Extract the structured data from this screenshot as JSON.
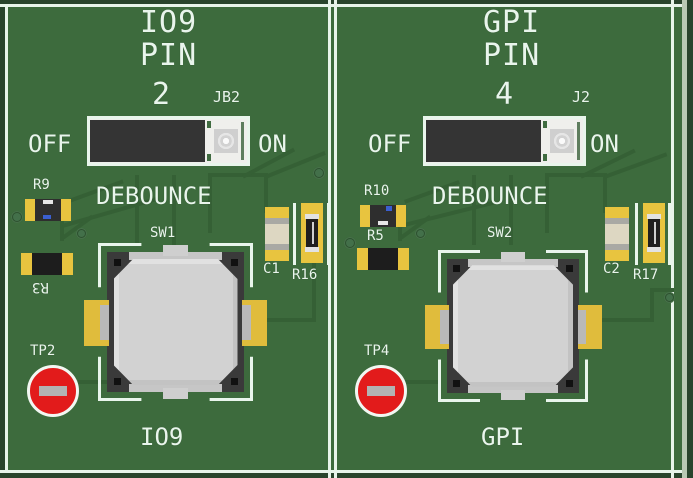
{
  "board": {
    "type": "pcb-render",
    "colors": {
      "soldermask_green": "#3d6b3d",
      "copper_trace": "#356035",
      "silkscreen_white": "#e9f5ec",
      "pad_gold": "#e8c43f",
      "testpoint_red": "#e21b1b",
      "component_black": "#1d1d1d",
      "switch_body": "#3a3a3a",
      "button_gray": "#d2d2d2",
      "board_edge_pale": "#b9c9b4"
    },
    "sections": 2
  },
  "left_section": {
    "title_line1": "IO9",
    "title_line2": "PIN",
    "title_line3": "2",
    "jumper": {
      "ref": "JB2",
      "label_off": "OFF",
      "label_on": "ON",
      "position": "OFF"
    },
    "function_label": "DEBOUNCE",
    "switch": {
      "ref": "SW1"
    },
    "components": [
      {
        "ref": "R9",
        "type": "resistor"
      },
      {
        "ref": "R3",
        "type": "resistor"
      },
      {
        "ref": "C1",
        "type": "capacitor"
      },
      {
        "ref": "R16",
        "type": "resistor"
      }
    ],
    "testpoint": {
      "ref": "TP2"
    },
    "net_label": "IO9"
  },
  "right_section": {
    "title_line1": "GPI",
    "title_line2": "PIN",
    "title_line3": "4",
    "jumper": {
      "ref": "J2",
      "label_off": "OFF",
      "label_on": "ON",
      "position": "OFF"
    },
    "function_label": "DEBOUNCE",
    "switch": {
      "ref": "SW2"
    },
    "components": [
      {
        "ref": "R10",
        "type": "resistor"
      },
      {
        "ref": "R5",
        "type": "resistor"
      },
      {
        "ref": "C2",
        "type": "capacitor"
      },
      {
        "ref": "R17",
        "type": "resistor"
      }
    ],
    "testpoint": {
      "ref": "TP4"
    },
    "net_label": "GPI"
  }
}
